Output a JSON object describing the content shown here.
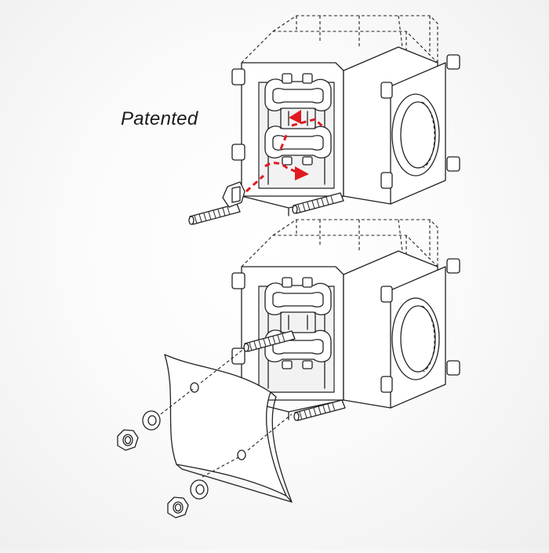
{
  "caption": "Patented",
  "colors": {
    "line": "#222222",
    "accent_arrow": "#e01a1f",
    "background": "#f7f7f7"
  },
  "illustrations": [
    {
      "name": "top-assembly"
    },
    {
      "name": "bottom-assembly"
    }
  ]
}
